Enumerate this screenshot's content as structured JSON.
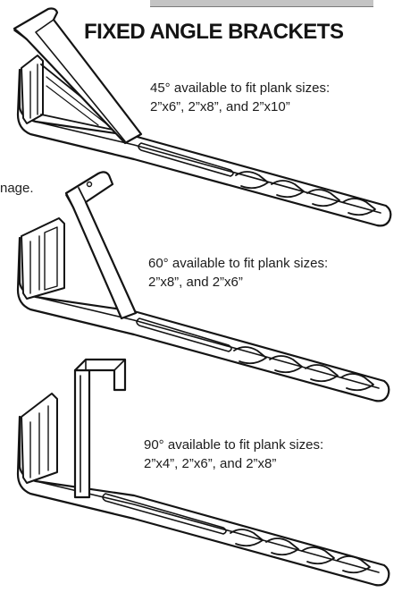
{
  "header": {
    "title": "FIXED ANGLE BRACKETS"
  },
  "fragment": {
    "text": "nage."
  },
  "brackets": [
    {
      "line1": "45° available to fit plank sizes:",
      "line2": "2”x6”, 2”x8”, and 2”x10”"
    },
    {
      "line1": "60° available to fit plank sizes:",
      "line2": "2”x8”, and 2”x6”"
    },
    {
      "line1": "90° available to fit plank sizes:",
      "line2": "2”x4”, 2”x6”, and 2”x8”"
    }
  ],
  "icons": [
    "bracket-45-illustration",
    "bracket-60-illustration",
    "bracket-90-illustration"
  ]
}
